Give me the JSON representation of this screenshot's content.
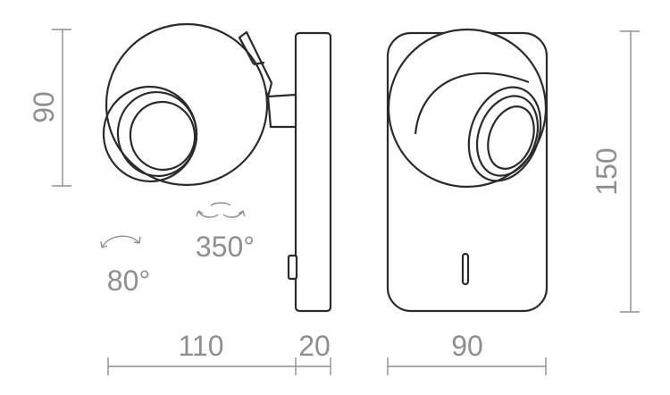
{
  "dimensions": {
    "height_left": "90",
    "height_right": "150",
    "width_side": "110",
    "depth": "20",
    "width_front": "90"
  },
  "rotation": {
    "horizontal": "350°",
    "tilt": "80°"
  },
  "colors": {
    "outline": "#2b2b2b",
    "dimension": "#8f8f8f"
  }
}
